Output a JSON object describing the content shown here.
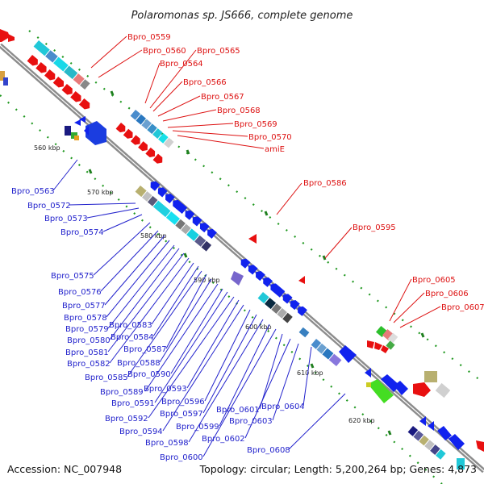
{
  "header": {
    "title": "Polaromonas sp. JS666, complete genome"
  },
  "footer": {
    "accession": "Accession: NC_007948",
    "summary": "Topology: circular; Length: 5,200,264 bp; Genes: 4,873"
  },
  "scale_labels": [
    "560 kbp",
    "570 kbp",
    "580 kbp",
    "590 kbp",
    "600 kbp",
    "610 kbp",
    "620 kbp"
  ],
  "colors": {
    "forward_strand": "#ee1111",
    "reverse_strand": "#1122ee",
    "backbone": "#8a8a8a",
    "tick": "#229922"
  },
  "genes_forward": [
    "Bpro_0559",
    "Bpro_0560",
    "Bpro_0564",
    "Bpro_0565",
    "Bpro_0566",
    "Bpro_0567",
    "Bpro_0568",
    "Bpro_0569",
    "Bpro_0570",
    "amiE",
    "Bpro_0586",
    "Bpro_0595",
    "Bpro_0605",
    "Bpro_0606",
    "Bpro_0607"
  ],
  "genes_reverse": [
    "Bpro_0563",
    "Bpro_0572",
    "Bpro_0573",
    "Bpro_0574",
    "Bpro_0575",
    "Bpro_0576",
    "Bpro_0577",
    "Bpro_0578",
    "Bpro_0579",
    "Bpro_0580",
    "Bpro_0581",
    "Bpro_0582",
    "Bpro_0583",
    "Bpro_0584",
    "Bpro_0585",
    "Bpro_0587",
    "Bpro_0588",
    "Bpro_0589",
    "Bpro_0590",
    "Bpro_0591",
    "Bpro_0592",
    "Bpro_0593",
    "Bpro_0594",
    "Bpro_0596",
    "Bpro_0597",
    "Bpro_0598",
    "Bpro_0599",
    "Bpro_0600",
    "Bpro_0601",
    "Bpro_0602",
    "Bpro_0603",
    "Bpro_0604",
    "Bpro_0608"
  ]
}
